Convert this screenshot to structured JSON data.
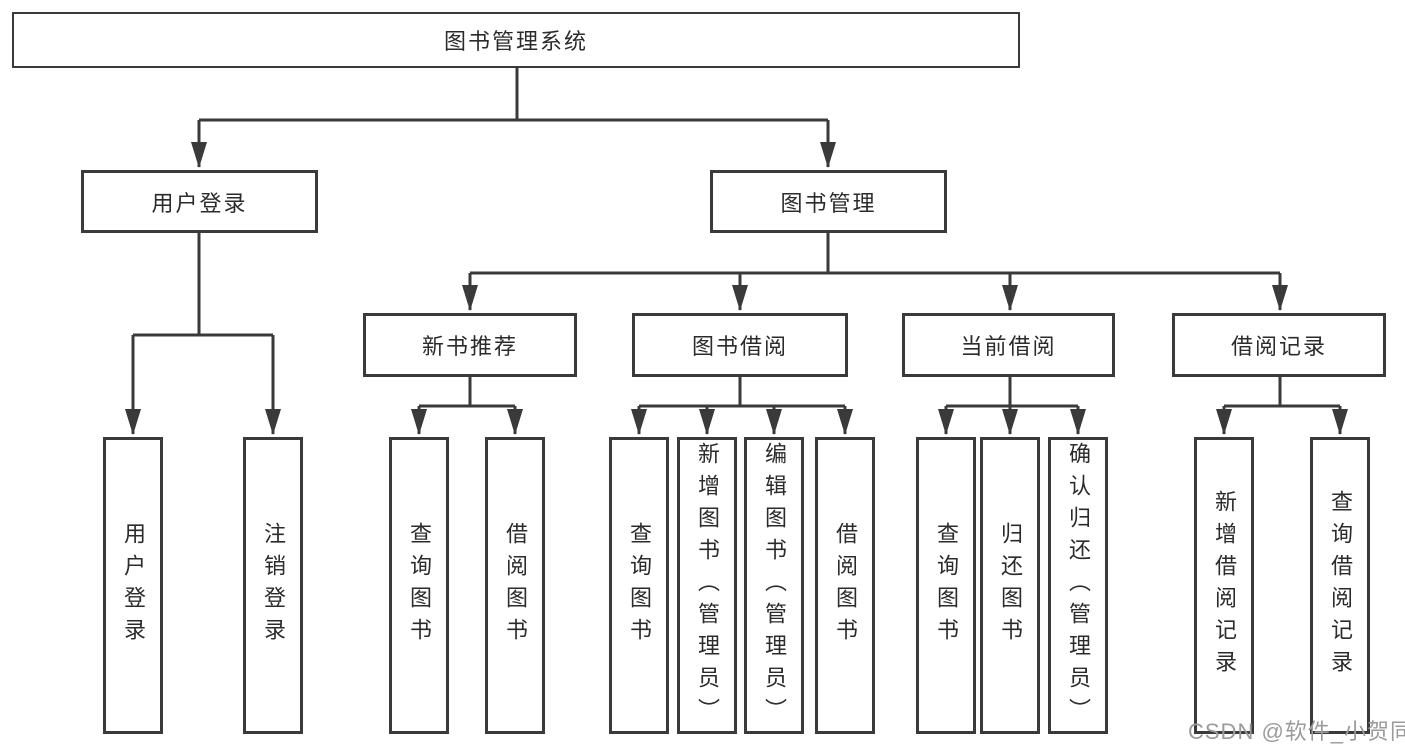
{
  "diagram_title": "图书管理系统",
  "tree": {
    "root": {
      "label": "图书管理系统"
    },
    "level2": [
      {
        "label": "用户登录",
        "children": [
          "用户登录",
          "注销登录"
        ]
      },
      {
        "label": "图书管理",
        "children": [
          "新书推荐",
          "图书借阅",
          "当前借阅",
          "借阅记录"
        ]
      }
    ],
    "level3": [
      {
        "label": "新书推荐",
        "children": [
          "查询图书",
          "借阅图书"
        ]
      },
      {
        "label": "图书借阅",
        "children": [
          "查询图书",
          "新增图书（管理员）",
          "编辑图书（管理员）",
          "借阅图书"
        ]
      },
      {
        "label": "当前借阅",
        "children": [
          "查询图书",
          "归还图书",
          "确认归还（管理员）"
        ]
      },
      {
        "label": "借阅记录",
        "children": [
          "新增借阅记录",
          "查询借阅记录"
        ]
      }
    ]
  },
  "watermark": {
    "text": "CSDN @软件_小贺同学"
  },
  "colors": {
    "line": "#3a3a3a",
    "box_border": "#3a3a3a",
    "text": "#2b2b2b",
    "watermark": "#9b9b9b",
    "background": "#ffffff"
  }
}
